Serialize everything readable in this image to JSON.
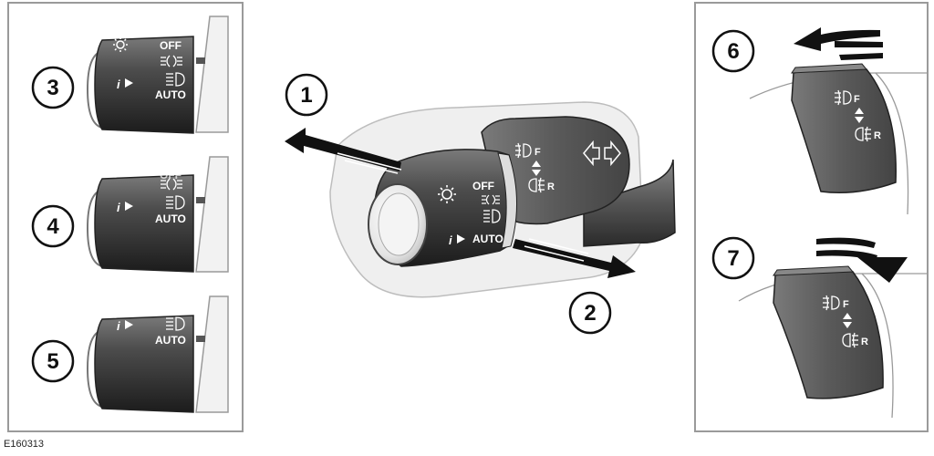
{
  "figure_code": "E160313",
  "callouts": [
    "1",
    "2",
    "3",
    "4",
    "5",
    "6",
    "7"
  ],
  "switch_labels": {
    "off": "OFF",
    "auto": "AUTO",
    "info": "i",
    "front_fog": "F",
    "rear_fog": "R"
  },
  "icons": [
    "sun-icon",
    "side-light-icon",
    "headlight-icon",
    "info-play-icon",
    "front-fog-icon",
    "rear-fog-icon",
    "indicator-arrows-icon"
  ],
  "colors": {
    "frame": "#9a9a9a",
    "switch_body": "#4f4f4f",
    "switch_shadow": "#2a2a2a",
    "column": "#e2e2e2",
    "text": "#111111"
  }
}
